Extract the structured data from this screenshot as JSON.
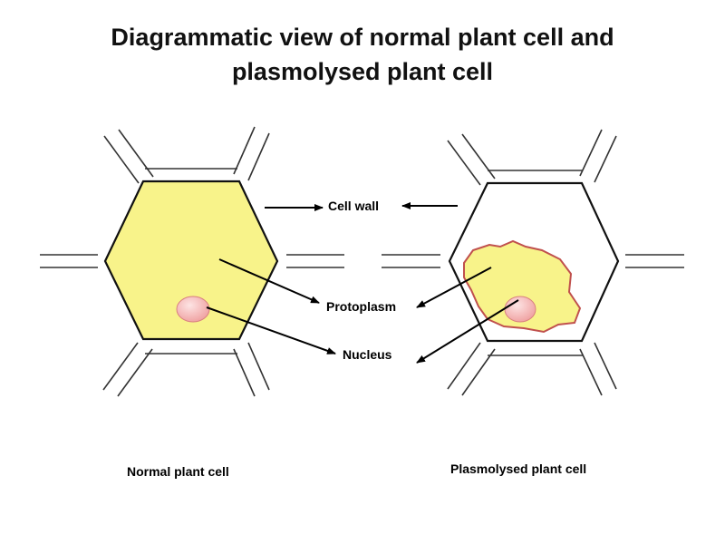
{
  "title": {
    "line1": "Diagrammatic view of normal plant cell and",
    "line2": "plasmolysed  plant cell"
  },
  "labels": {
    "cell_wall": "Cell wall",
    "protoplasm": "Protoplasm",
    "nucleus": "Nucleus"
  },
  "captions": {
    "normal": "Normal plant cell",
    "plasmolysed": "Plasmolysed  plant cell"
  },
  "colors": {
    "protoplasm_fill": "#f8f38a",
    "protoplasm_edge": "#c0504d",
    "nucleus_fill": "#f4b0b0",
    "wall": "#111111",
    "neighbor_wall": "#333333"
  }
}
